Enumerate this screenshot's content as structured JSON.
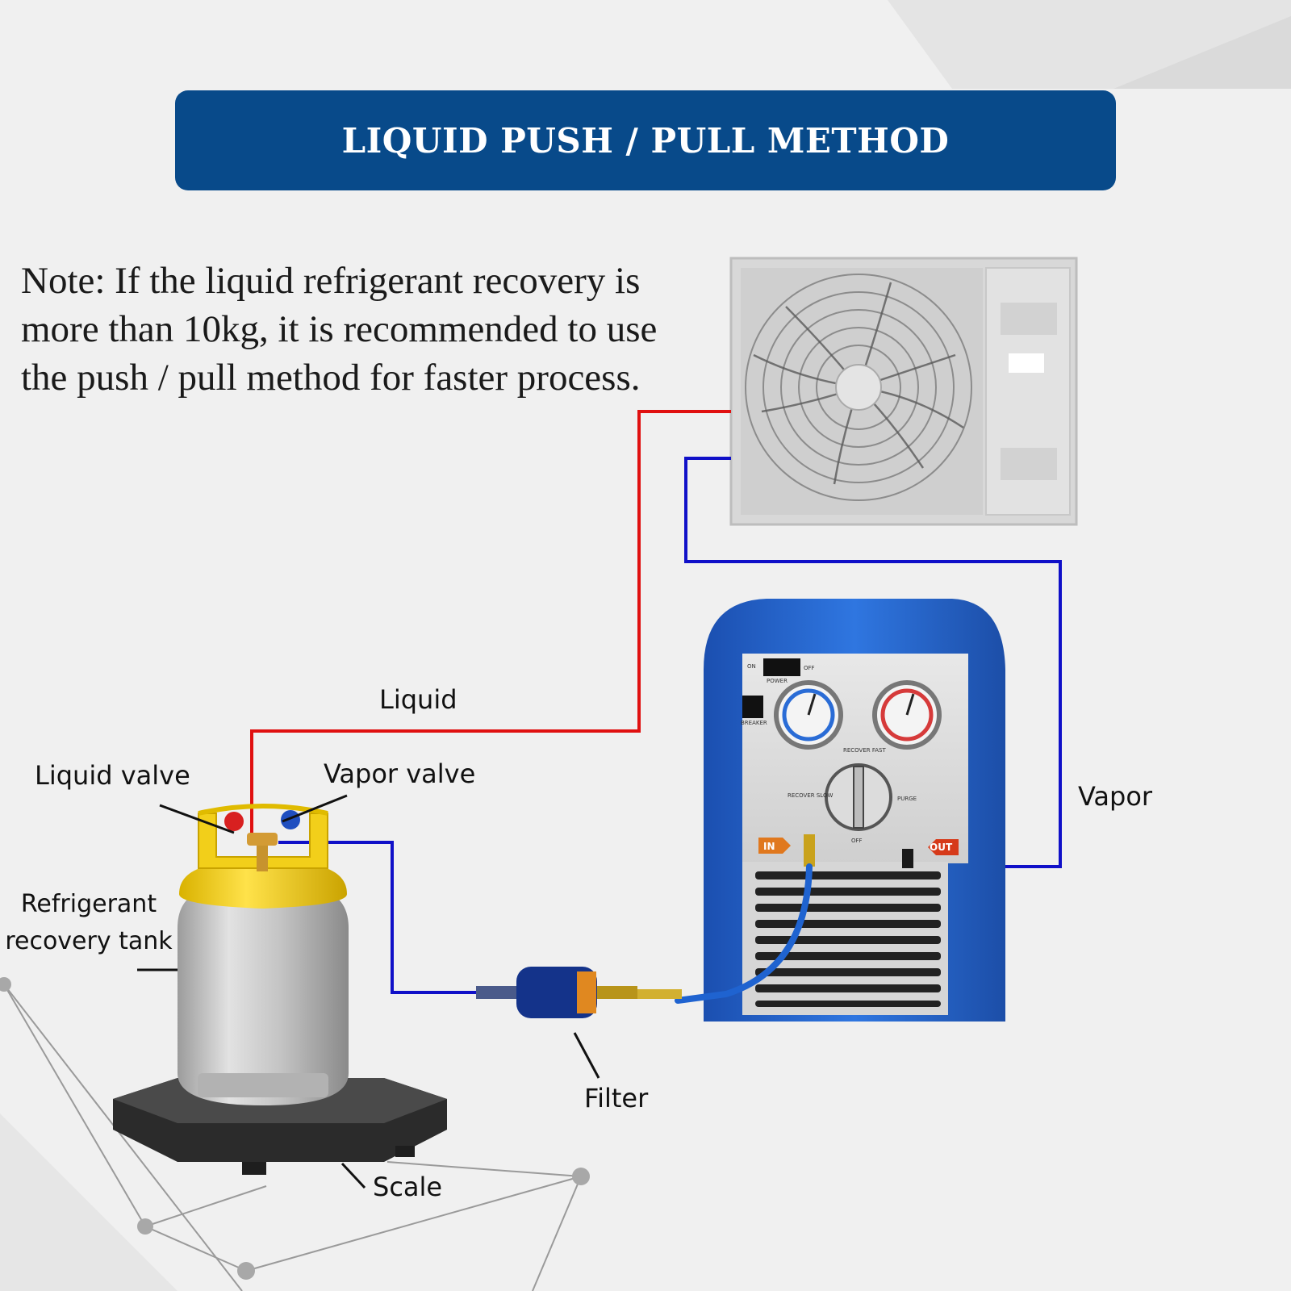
{
  "header": {
    "title": "LIQUID PUSH / PULL METHOD"
  },
  "note": {
    "line1": "Note: If the liquid refrigerant recovery is",
    "line2": "more than 10kg, it is recommended to use",
    "line3": "the push / pull method for faster process."
  },
  "labels": {
    "liquid_line": "Liquid",
    "vapor_line": "Vapor",
    "liquid_valve": "Liquid valve",
    "vapor_valve": "Vapor valve",
    "tank_line1": "Refrigerant",
    "tank_line2": "recovery tank",
    "filter": "Filter",
    "scale": "Scale"
  },
  "machine": {
    "on": "ON",
    "off": "OFF",
    "power": "POWER",
    "breaker": "BREAKER",
    "recover_fast": "RECOVER FAST",
    "recover_slow": "RECOVER SLOW",
    "purge": "PURGE",
    "knob_off": "OFF",
    "in": "IN",
    "out": "OUT"
  },
  "colors": {
    "banner": "#084a8a",
    "liquid_line": "#e01010",
    "vapor_line": "#1010c8",
    "machine_body": "#2266cc",
    "tank_top": "#f2cf1a"
  }
}
